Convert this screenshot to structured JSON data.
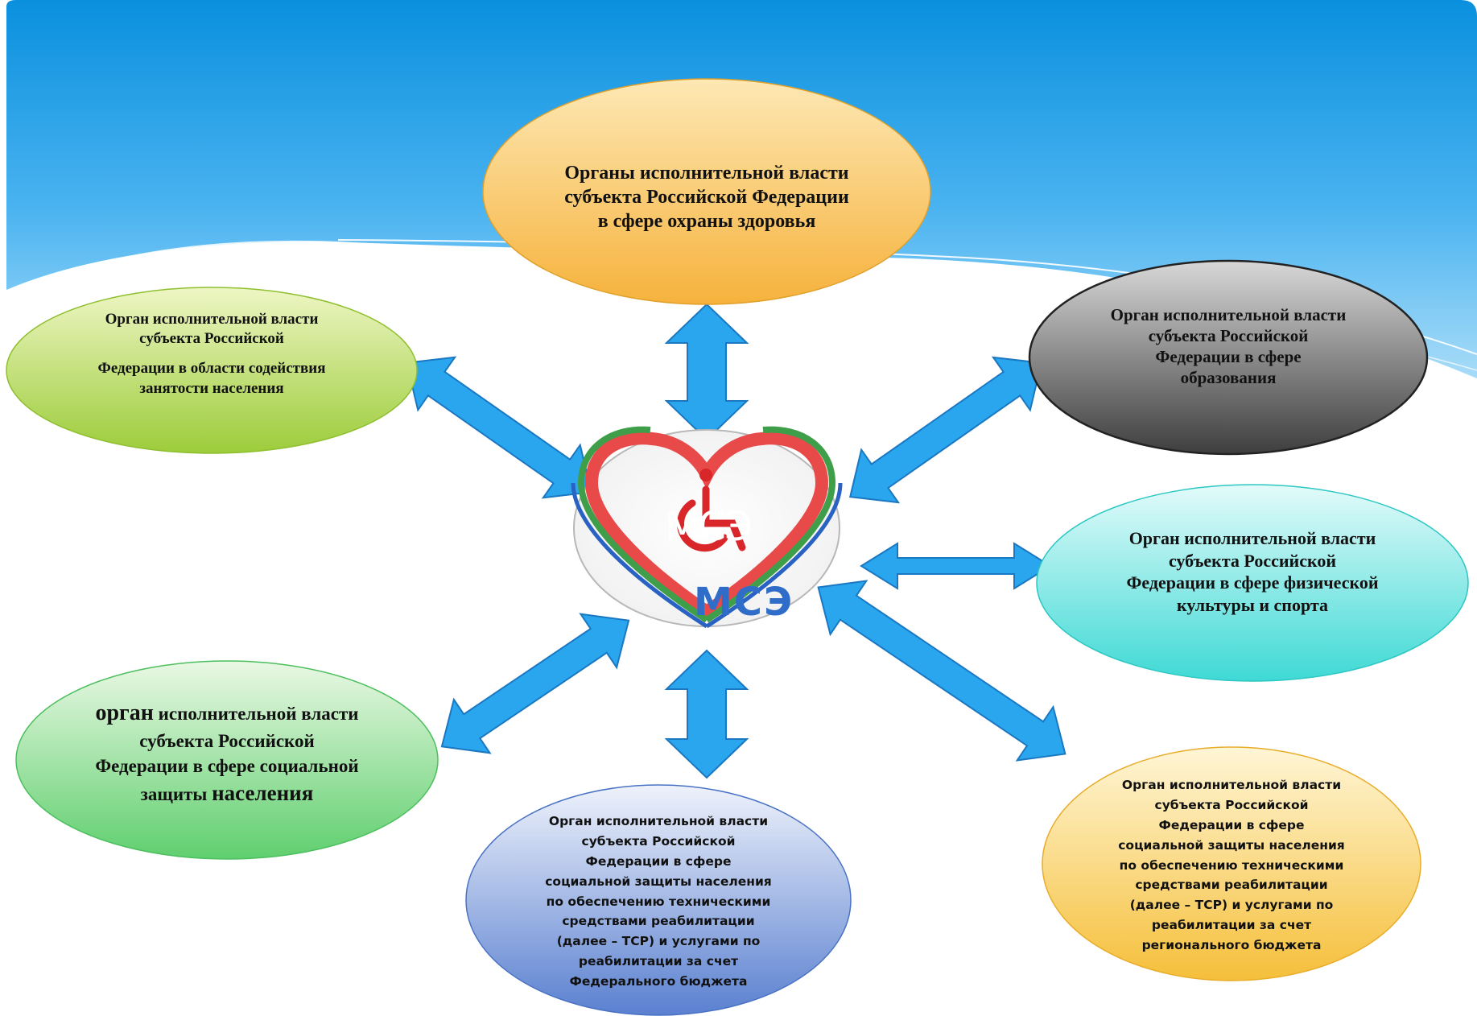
{
  "center": {
    "logo_overlay_text": "МСЭ",
    "logo_text": "МСЭ"
  },
  "nodes": {
    "health": {
      "lines": [
        "Органы исполнительной власти",
        "субъекта Российской Федерации",
        "в сфере охраны здоровья"
      ]
    },
    "employment": {
      "lines": [
        "Орган исполнительной власти",
        "субъекта Российской",
        "Федерации в области содействия",
        "занятости населения"
      ]
    },
    "education": {
      "lines": [
        "Орган исполнительной власти",
        "субъекта Российской",
        "Федерации в сфере",
        "образования"
      ]
    },
    "sport": {
      "lines": [
        "Орган исполнительной власти",
        "субъекта Российской",
        "Федерации в сфере физической",
        "культуры и спорта"
      ]
    },
    "social": {
      "first_word": "орган",
      "first_rest": " исполнительной власти",
      "line2": "субъекта Российской",
      "line3": "Федерации в сфере социальной",
      "line4_start": "защиты ",
      "line4_end": "населения"
    },
    "federal_tsr": {
      "lines": [
        "Орган исполнительной власти",
        "субъекта Российской",
        "Федерации в сфере",
        "социальной защиты населения",
        "по обеспечению техническими",
        "средствами реабилитации",
        "(далее – ТСР) и услугами по",
        "реабилитации за счет",
        "Федерального бюджета"
      ]
    },
    "regional_tsr": {
      "lines": [
        "Орган исполнительной власти",
        "субъекта Российской",
        "Федерации в сфере",
        "социальной защиты населения",
        "по обеспечению техническими",
        "средствами реабилитации",
        "(далее – ТСР) и услугами по",
        "реабилитации за счет",
        "регионального бюджета"
      ]
    }
  },
  "colors": {
    "sky_top": "#0a94e0",
    "sky_bottom": "#9fd8f7",
    "arrow": "#2aa6ee",
    "arrow_stroke": "#1a78c2"
  }
}
